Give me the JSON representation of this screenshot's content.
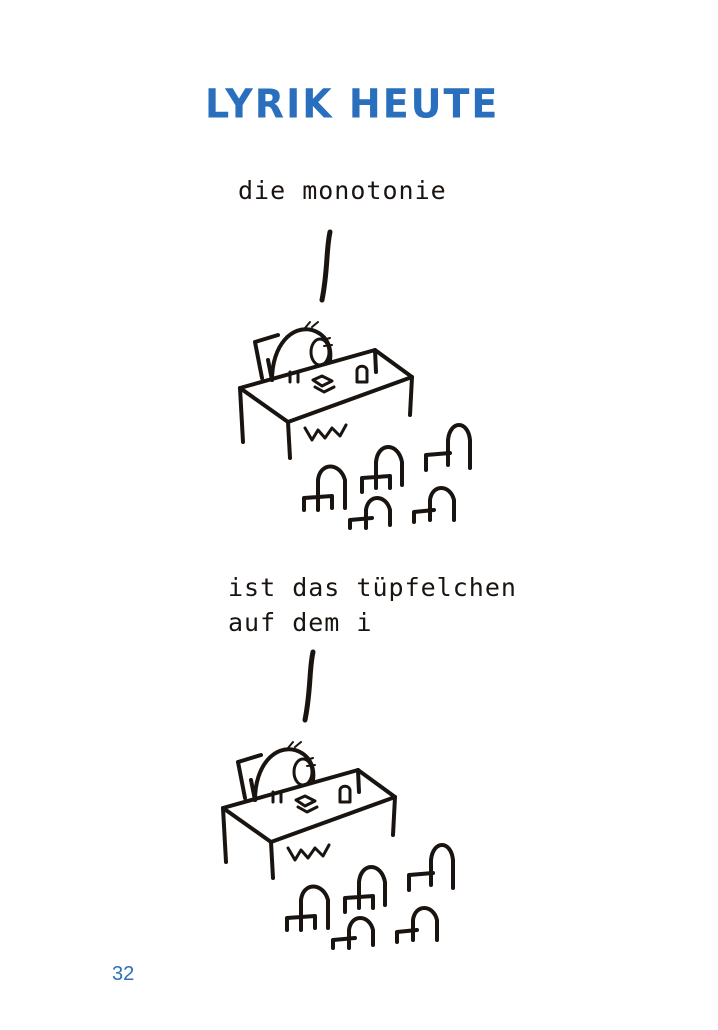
{
  "page": {
    "title": "LYRIK HEUTE",
    "line1": "die monotonie",
    "line2": "ist das tüpfelchen",
    "line3": "auf dem i",
    "page_number": "32"
  },
  "colors": {
    "accent": "#2a6fbd",
    "ink": "#1a1410"
  }
}
